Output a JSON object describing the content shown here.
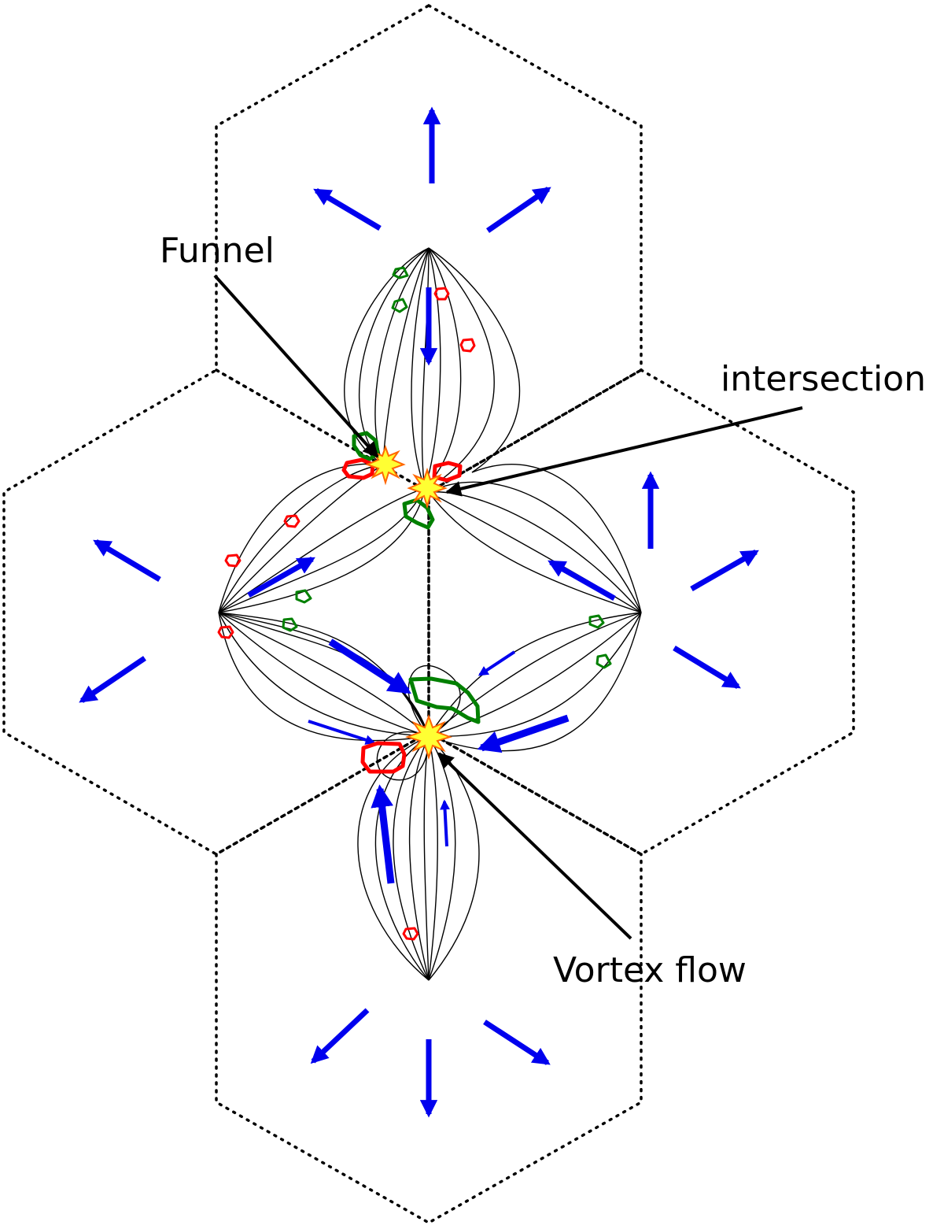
{
  "labels": {
    "funnel": "Funnel",
    "intersection": "intersection",
    "vortex_flow": "Vortex flow"
  },
  "colors": {
    "cell_boundary": "#000000",
    "field_line": "#000000",
    "flow_arrow": "#0000ee",
    "positive_polarity": "#ff0000",
    "negative_polarity": "#008000",
    "star_fill": "#ffff33",
    "star_edge": "#ff6600"
  }
}
